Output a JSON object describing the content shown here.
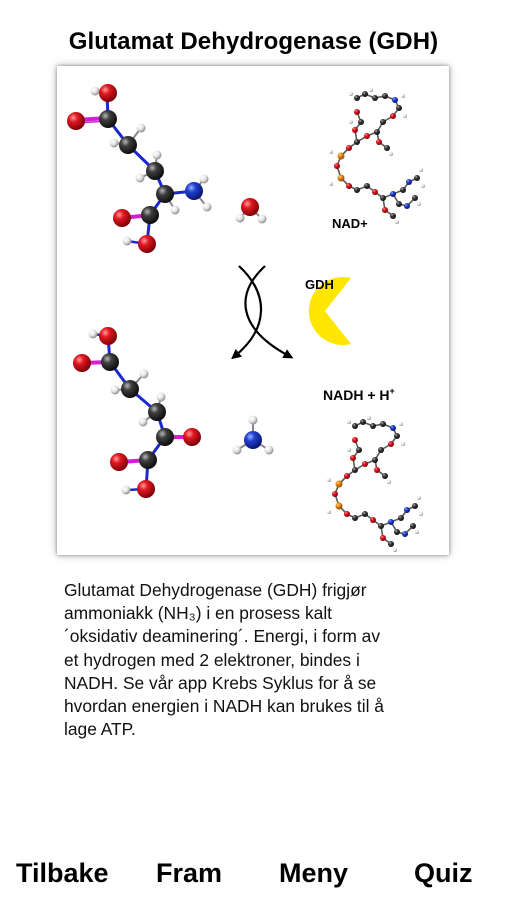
{
  "page": {
    "title": "Glutamat Dehydrogenase (GDH)"
  },
  "figure": {
    "label_nad": "NAD+",
    "label_gdh": "GDH",
    "label_nadh": "NADH + H",
    "label_nadh_sup": "+",
    "colors": {
      "oxygen": "#d2141e",
      "carbon": "#3a3a3a",
      "nitrogen": "#1e3cc8",
      "hydrogen": "#eeeeee",
      "double_bond": "#d020d0",
      "single_bond": "#1a28d0",
      "gdh": "#ffe600"
    }
  },
  "description": {
    "lines": [
      "Glutamat Dehydrogenase (GDH) frigjør",
      "ammoniakk (NH₃) i en prosess kalt",
      "´oksidativ deaminering´. Energi, i form av",
      "et hydrogen med 2 elektroner, bindes i",
      "NADH. Se vår app Krebs Syklus for å se",
      "hvordan energien i NADH kan brukes til å",
      "lage ATP."
    ]
  },
  "nav": {
    "back": "Tilbake",
    "next": "Fram",
    "menu": "Meny",
    "quiz": "Quiz"
  }
}
